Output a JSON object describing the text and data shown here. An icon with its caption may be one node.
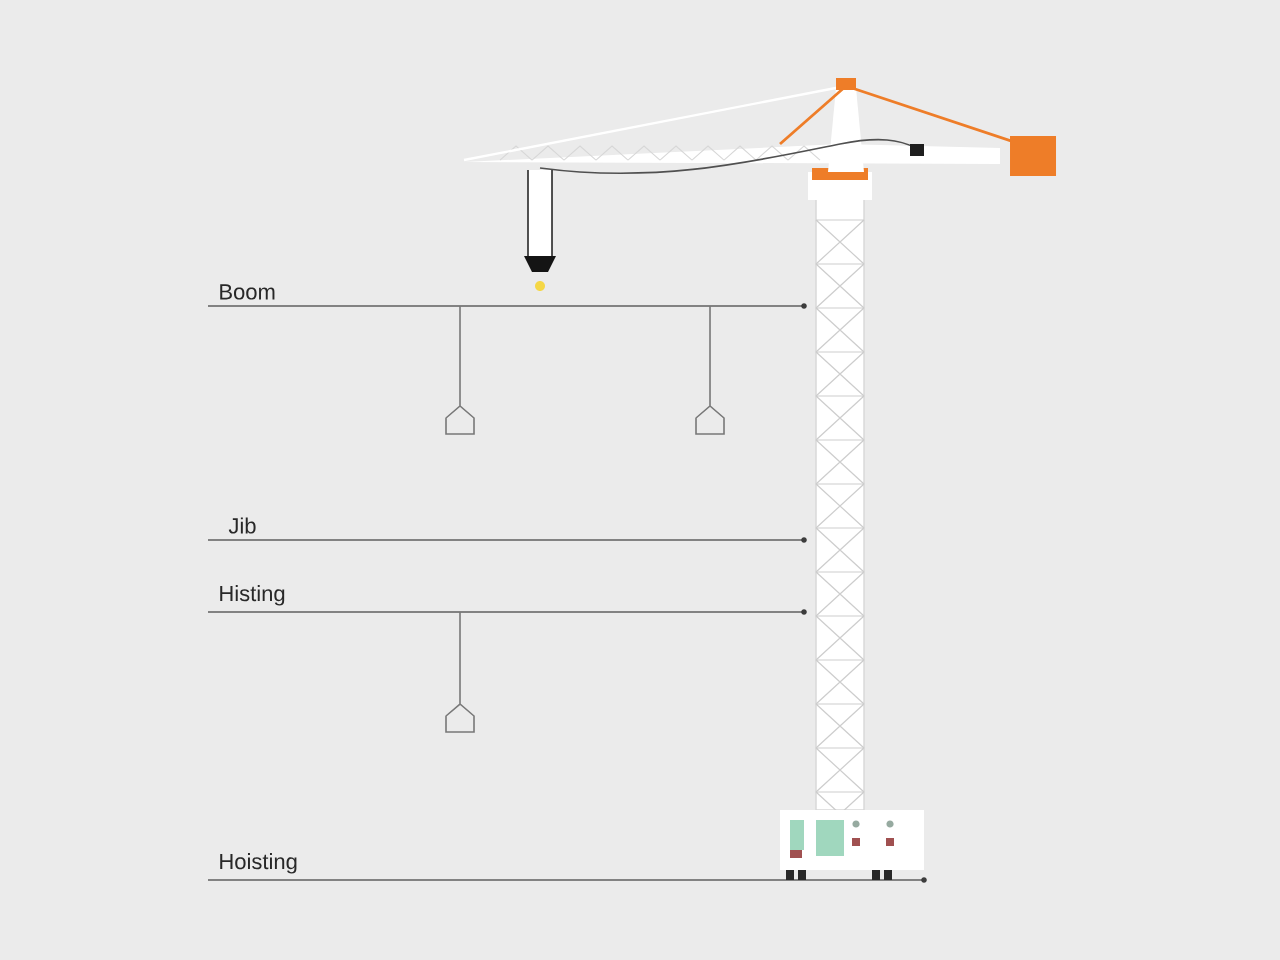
{
  "diagram": {
    "labels": [
      "Boom",
      "Jib",
      "Histing",
      "Hoisting"
    ]
  }
}
